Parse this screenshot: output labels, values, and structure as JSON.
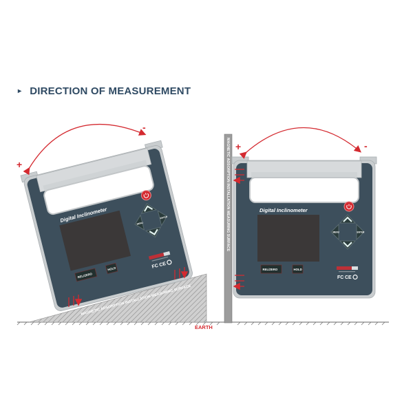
{
  "heading": {
    "marker": "▸",
    "text": "DIRECTION OF MEASUREMENT"
  },
  "device": {
    "name": "Digital Inclinometer",
    "buttons": {
      "menu": "MENU",
      "enter": "ENTER",
      "rel_zero": "REL/ZERO",
      "hold": "HOLD"
    },
    "certifications": {
      "fc": "FC",
      "ce": "CE"
    }
  },
  "signs": {
    "plus": "+",
    "minus": "-"
  },
  "surface_label": "MAGNETIC ADSORPTION INSTALLATION MEASURING SURFACE",
  "ground_label": "EARTH",
  "colors": {
    "body": "#3d4f5c",
    "rim": "#c9cdcf",
    "screen": "#3b3838",
    "accent_red": "#d42a30",
    "heading": "#2f4a63"
  }
}
